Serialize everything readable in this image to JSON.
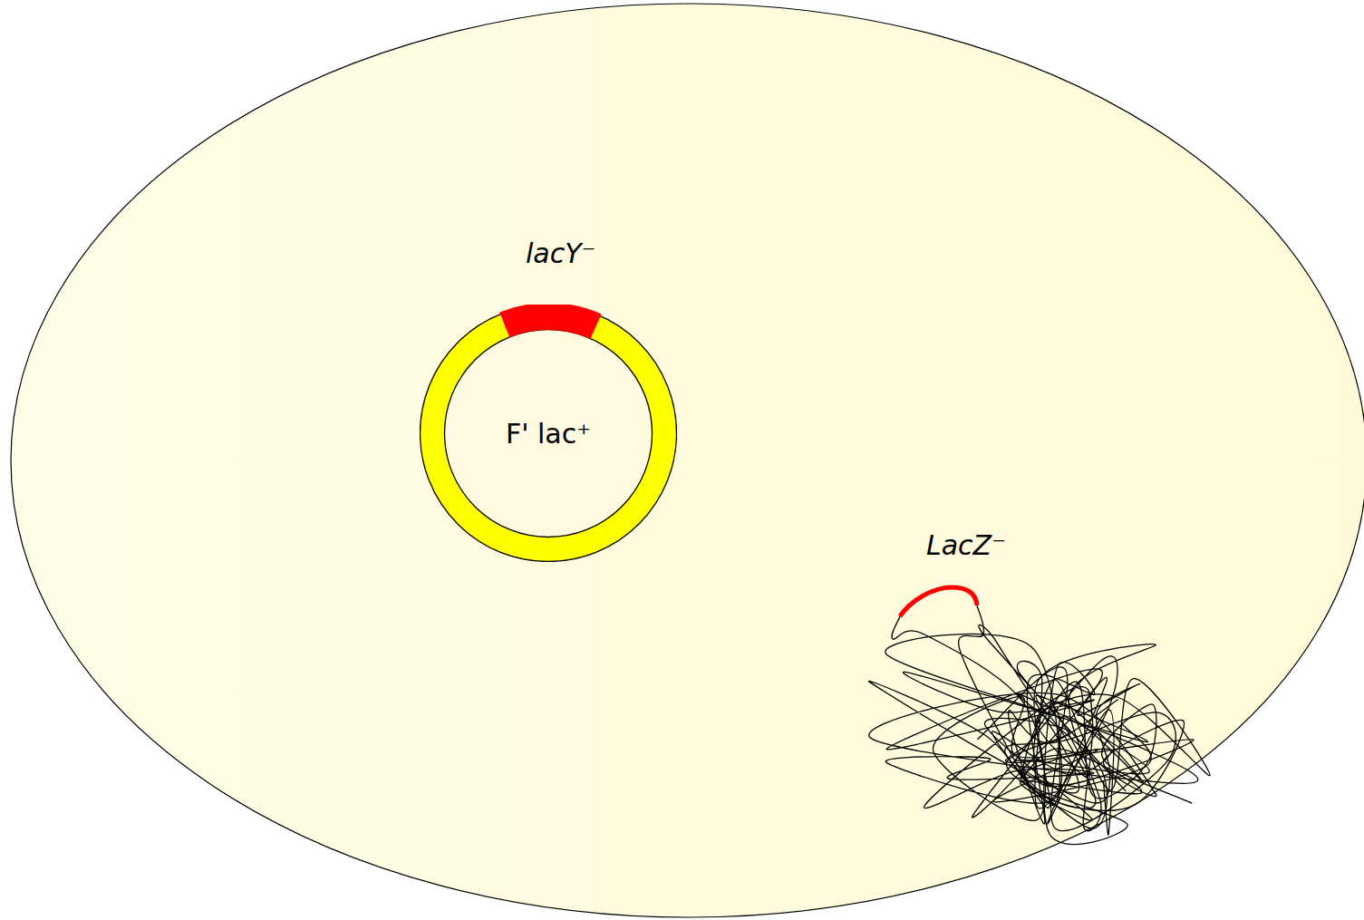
{
  "diagram": {
    "nodes": [
      {
        "text": [
          "F' lac⁺"
        ]
      }
    ],
    "labels": [
      "lacY⁻",
      "LacZ⁻"
    ]
  }
}
